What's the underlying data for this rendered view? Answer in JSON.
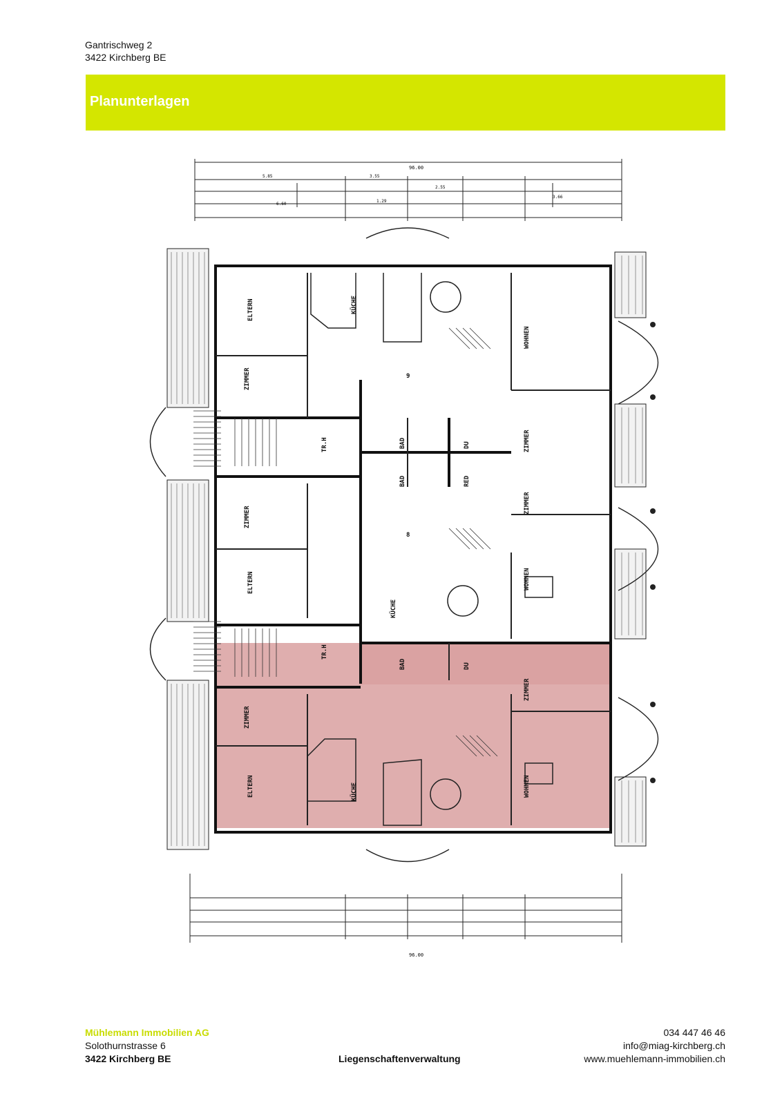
{
  "header": {
    "street": "Gantrischweg 2",
    "city": "3422 Kirchberg BE"
  },
  "banner": {
    "title": "Planunterlagen",
    "color": "#d4e600"
  },
  "plan": {
    "highlight_color": "#d9a0a0",
    "rooms_upper": {
      "eltern": "ELTERN",
      "kueche": "KÜCHE",
      "wohnen": "WOHNEN",
      "zimmer_left": "ZIMMER",
      "zimmer_right": "ZIMMER",
      "bad": "BAD",
      "du": "DU",
      "trh": "TR.H",
      "unit": "9"
    },
    "rooms_middle": {
      "zimmer_left": "ZIMMER",
      "eltern": "ELTERN",
      "kueche": "KÜCHE",
      "wohnen": "WOHNEN",
      "zimmer_right": "ZIMMER",
      "bad": "BAD",
      "red": "RED",
      "trh": "TR.H",
      "unit": "8"
    },
    "rooms_lower": {
      "zimmer_left": "ZIMMER",
      "eltern": "ELTERN",
      "kueche": "KÜCHE",
      "wohnen": "WOHNEN",
      "zimmer_right": "ZIMMER",
      "bad": "BAD",
      "du": "DU"
    },
    "dimensions": {
      "top_total": "96.00",
      "bottom_total": "96.00",
      "seg_a": "5.85",
      "seg_b": "3.55",
      "seg_c": "2.55",
      "seg_d": "3.66",
      "seg_e": "1.29",
      "seg_f": "6.60"
    }
  },
  "footer": {
    "company": "Mühlemann Immobilien AG",
    "street": "Solothurnstrasse 6",
    "city": "3422 Kirchberg BE",
    "department": "Liegenschaftenverwaltung",
    "phone": "034 447 46 46",
    "email": "info@miag-kirchberg.ch",
    "web": "www.muehlemann-immobilien.ch",
    "brand_color": "#c8dc00"
  }
}
